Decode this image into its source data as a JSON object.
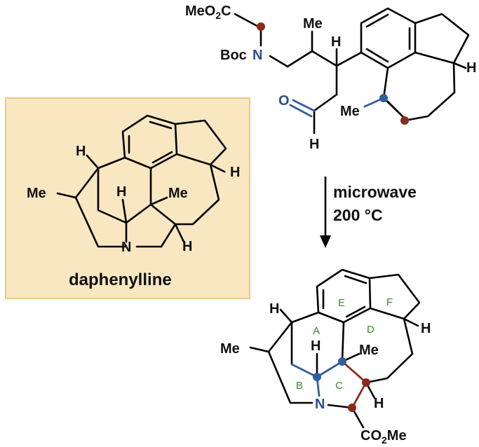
{
  "colors": {
    "box_fill": "#f8e7c0",
    "box_border": "#e7c98a",
    "bond": "#000000",
    "nitrogen_blue": "#2b4f8c",
    "highlight_blue": "#2f5f9f",
    "highlight_red": "#8a2a1e",
    "ring_label_green": "#3d8a2a"
  },
  "daphenylline": {
    "name": "daphenylline",
    "labels": {
      "h1": "H",
      "me1": "Me",
      "h2": "H",
      "me2": "Me",
      "h3": "H",
      "n": "N",
      "h4": "H"
    }
  },
  "substrate": {
    "labels": {
      "ester_top": "MeO",
      "ester_top_sub": "2",
      "ester_top_c": "C",
      "boc": "Boc",
      "n": "N",
      "me": "Me",
      "h": "H",
      "h_aryl": "H",
      "o": "O",
      "h_ald": "H",
      "me_allene": "Me"
    }
  },
  "arrow": {
    "line1": "microwave",
    "line2": "200 °C"
  },
  "product": {
    "labels": {
      "h1": "H",
      "h2": "H",
      "me1": "Me",
      "h3": "H",
      "me2": "Me",
      "n": "N",
      "h4": "H",
      "co2me_pre": "CO",
      "co2me_sub": "2",
      "co2me_post": "Me"
    },
    "rings": {
      "a": "A",
      "b": "B",
      "c": "C",
      "d": "D",
      "e": "E",
      "f": "F"
    }
  }
}
